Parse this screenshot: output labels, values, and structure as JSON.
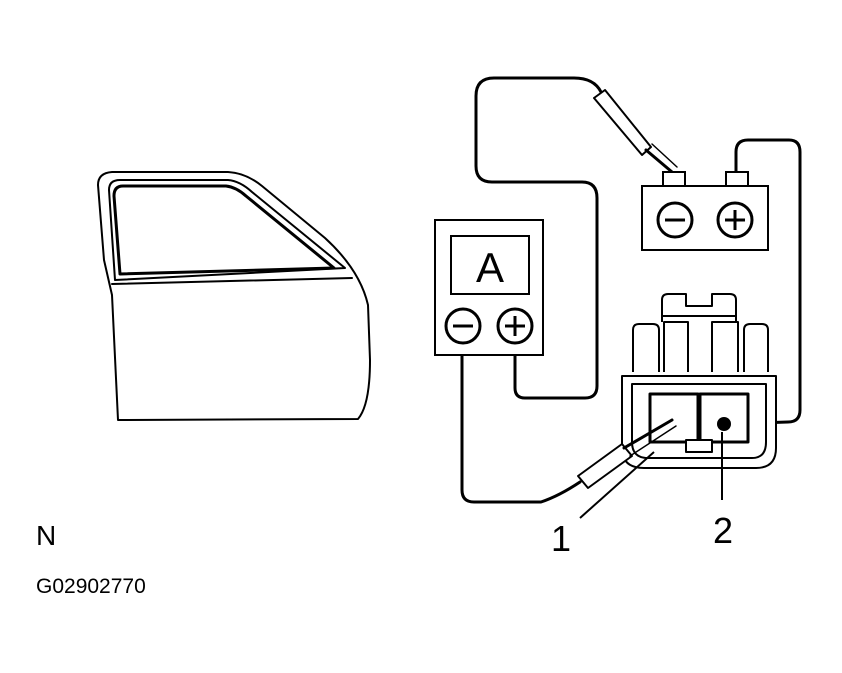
{
  "figure_id": "G02902770",
  "view_letter": "N",
  "meter": {
    "symbol": "A",
    "neg_terminal": "⊖",
    "pos_terminal": "⊕"
  },
  "battery": {
    "neg_terminal": "⊖",
    "pos_terminal": "⊕"
  },
  "callouts": [
    "1",
    "2"
  ],
  "colors": {
    "line": "#000000",
    "background": "#ffffff"
  }
}
